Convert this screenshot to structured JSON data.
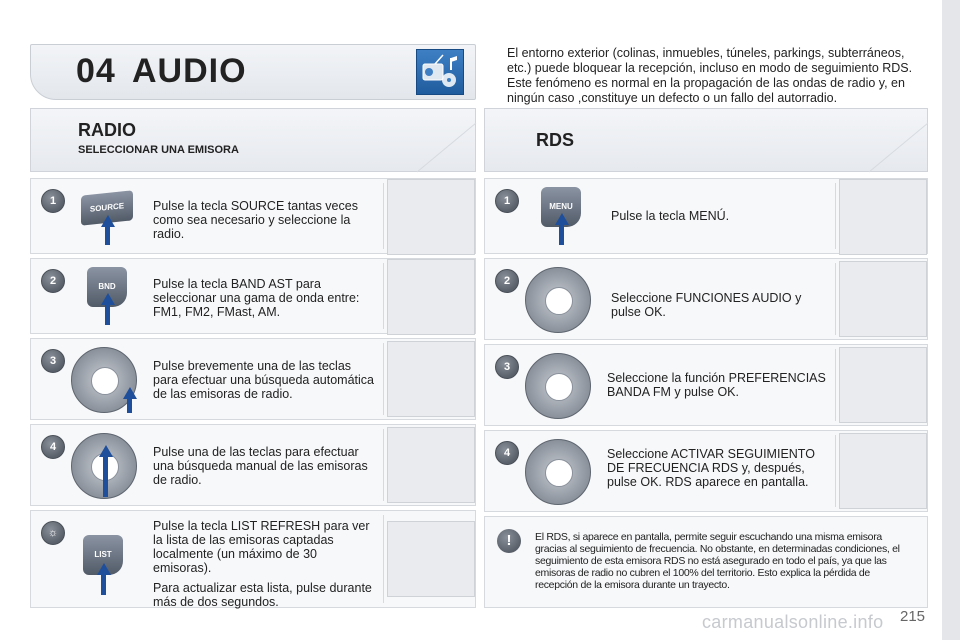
{
  "header": {
    "number": "04",
    "title": "AUDIO",
    "icon": "radio-music-icon"
  },
  "intro": "El entorno exterior (colinas, inmuebles, túneles, parkings, subterráneos, etc.) puede bloquear la recepción, incluso en modo de seguimiento RDS. Este fenómeno es normal en la propagación de las ondas de radio y, en ningún caso ,constituye un defecto o un fallo del autorradio.",
  "radio": {
    "title": "RADIO",
    "subtitle": "SELECCIONAR UNA EMISORA",
    "steps": [
      {
        "badge": "1",
        "key": "SOURCE",
        "text": "Pulse la tecla SOURCE tantas veces como sea necesario y seleccione la radio."
      },
      {
        "badge": "2",
        "key": "BND",
        "text": "Pulse la tecla BAND AST para seleccionar una gama de onda entre: FM1, FM2, FMast, AM."
      },
      {
        "badge": "3",
        "text": "Pulse brevemente una de las teclas para efectuar una búsqueda automática de las emisoras de radio."
      },
      {
        "badge": "4",
        "text": "Pulse una de las teclas para efectuar una búsqueda manual de las emisoras de radio."
      },
      {
        "badge": "☼",
        "key": "LIST",
        "text": "Pulse la tecla LIST REFRESH para ver la lista de las emisoras captadas localmente (un máximo de 30 emisoras).",
        "text2": "Para actualizar esta lista, pulse durante más de dos segundos."
      }
    ]
  },
  "rds": {
    "title": "RDS",
    "steps": [
      {
        "badge": "1",
        "key": "MENU",
        "text": "Pulse la tecla MENÚ."
      },
      {
        "badge": "2",
        "text": "Seleccione FUNCIONES AUDIO y pulse OK."
      },
      {
        "badge": "3",
        "text": "Seleccione la función PREFERENCIAS BANDA FM y pulse OK."
      },
      {
        "badge": "4",
        "text": "Seleccione ACTIVAR SEGUIMIENTO DE FRECUENCIA RDS y, después, pulse OK. RDS aparece en pantalla."
      }
    ],
    "note_badge": "!",
    "note": "El RDS, si aparece en pantalla, permite seguir escuchando una misma emisora gracias al seguimiento de frecuencia. No obstante, en determinadas condiciones, el seguimiento de esta emisora RDS no está asegurado en todo el país, ya que las emisoras de radio no cubren el 100% del territorio. Esto explica la pérdida de recepción de la emisora durante un trayecto."
  },
  "page_number": "215",
  "watermark": "carmanualsonline.info",
  "colors": {
    "accent_blue": "#1f4f9a",
    "badge_gray": "#5a6069",
    "panel_bg": "#f7f8fa"
  }
}
